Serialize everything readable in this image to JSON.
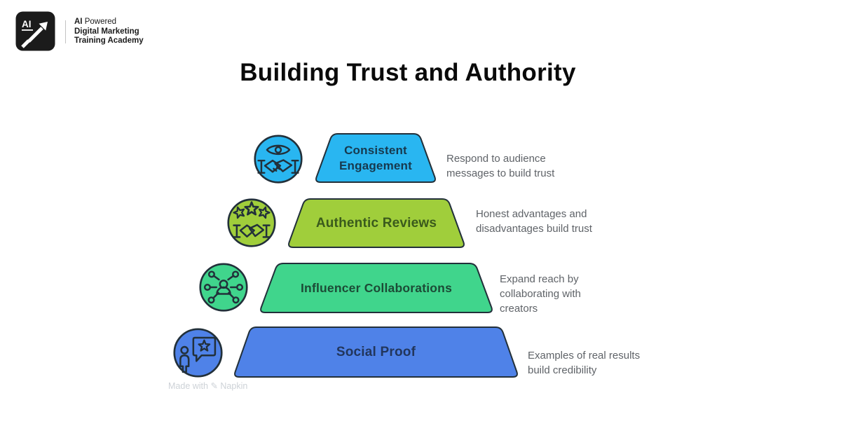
{
  "logo": {
    "badge_text": "AI",
    "tagline_prefix": "AI",
    "tagline_rest": " Powered",
    "line2": "Digital Marketing",
    "line3": "Training Academy"
  },
  "title": "Building Trust and Authority",
  "pyramid": {
    "levels": [
      {
        "label": "Consistent Engagement",
        "description": "Respond to audience messages to build trust",
        "fill": "#29B6F1",
        "label_color": "#17394E",
        "icon": "eye-handshake-icon"
      },
      {
        "label": "Authentic Reviews",
        "description": "Honest advantages and disadvantages build trust",
        "fill": "#A0CE3B",
        "label_color": "#3A5A1C",
        "icon": "stars-handshake-icon"
      },
      {
        "label": "Influencer Collaborations",
        "description": "Expand reach by collaborating with creators",
        "fill": "#40D58C",
        "label_color": "#1C4B36",
        "icon": "person-network-icon"
      },
      {
        "label": "Social Proof",
        "description": "Examples of real results build credibility",
        "fill": "#4F82E8",
        "label_color": "#22365C",
        "icon": "person-review-icon"
      }
    ]
  },
  "watermark": "Made with ✎ Napkin",
  "colors": {
    "outline": "#22303A",
    "title_text": "#0A0A0A",
    "description_text": "#5F6368",
    "watermark_text": "#CDD2D7"
  }
}
